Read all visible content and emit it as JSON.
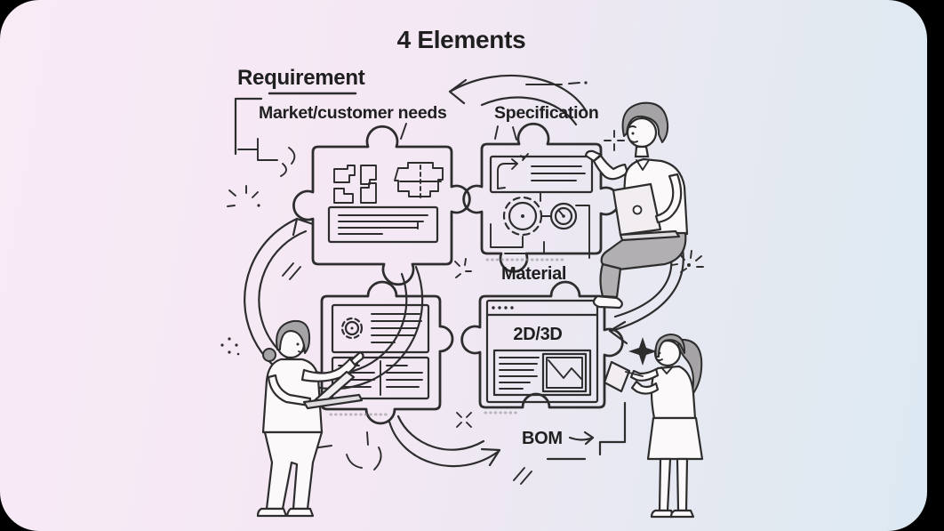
{
  "title": "4 Elements",
  "elements": {
    "requirement": {
      "label": "Requirement",
      "note": "Market/customer needs"
    },
    "specification": {
      "label": "Specification"
    },
    "material": {
      "label": "Material",
      "viewer": "2D/3D"
    },
    "bom": {
      "label": "BOM"
    }
  },
  "icons": {
    "requirement_piece": [
      "parts-blocks-icon",
      "blueprint-icon",
      "document-lines-icon"
    ],
    "specification_piece": [
      "sync-edit-icon",
      "gear-icon",
      "gauge-icon"
    ],
    "detail_piece": [
      "gear-icon",
      "two-column-document-icon"
    ],
    "material_piece": [
      "browser-window-icon",
      "line-chart-icon"
    ]
  },
  "colors": {
    "background_left": "#f7eaf5",
    "background_right": "#dde9f2",
    "line": "#2d2d2d",
    "text": "#1f1f1f",
    "hair_gray": "#a6a3a6",
    "pants_gray": "#b1afb1"
  }
}
